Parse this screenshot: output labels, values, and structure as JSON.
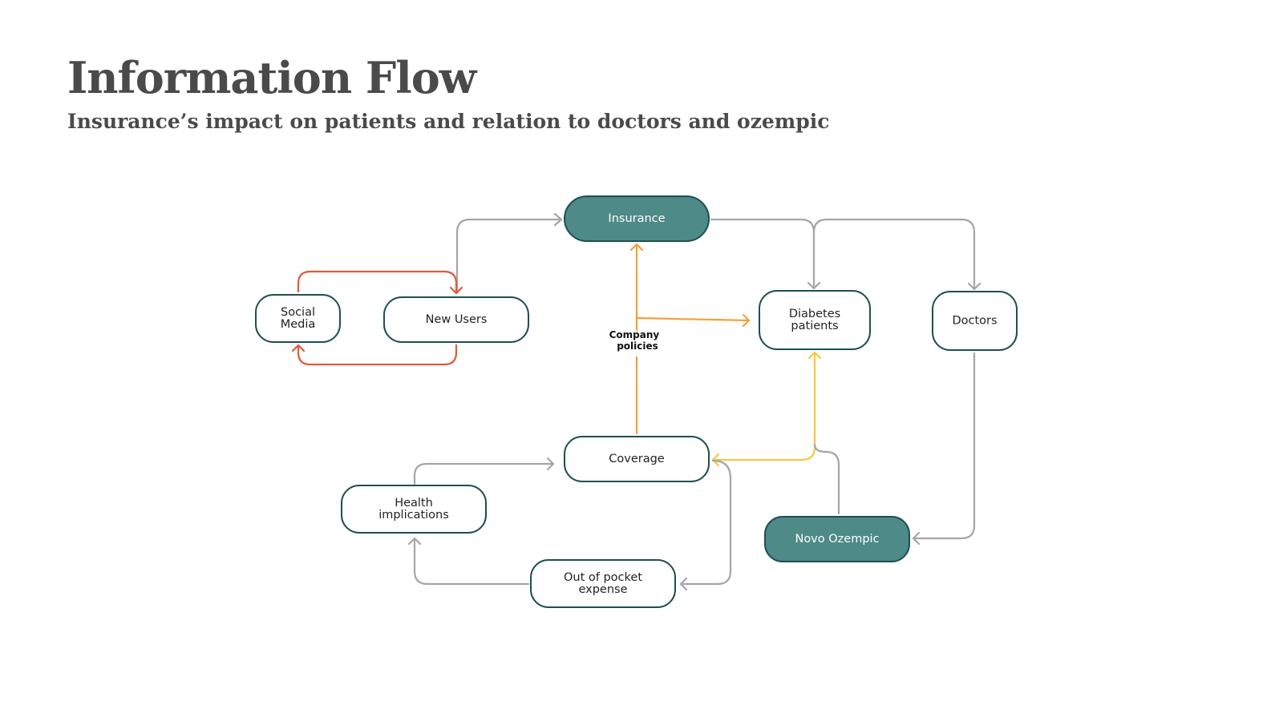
{
  "header": {
    "title": "Information Flow",
    "subtitle": "Insurance’s impact on patients and relation to doctors and ozempic"
  },
  "colors": {
    "node_dark_fill": "#4e8a87",
    "node_border": "#1f4f52",
    "edge_gray": "#a6a6a6",
    "edge_red": "#e05a3a",
    "edge_orange": "#f5a03a",
    "edge_yellow": "#f7c640"
  },
  "nodes": {
    "insurance": {
      "lines": [
        "Insurance"
      ],
      "style": "dark"
    },
    "social_media": {
      "lines": [
        "Social",
        "Media"
      ],
      "style": "light"
    },
    "new_users": {
      "lines": [
        "New Users"
      ],
      "style": "light"
    },
    "diabetes_patients": {
      "lines": [
        "Diabetes",
        "patients"
      ],
      "style": "light"
    },
    "doctors": {
      "lines": [
        "Doctors"
      ],
      "style": "light"
    },
    "coverage": {
      "lines": [
        "Coverage"
      ],
      "style": "light"
    },
    "health_implications": {
      "lines": [
        "Health",
        "implications"
      ],
      "style": "light"
    },
    "out_of_pocket": {
      "lines": [
        "Out of pocket",
        "expense"
      ],
      "style": "light"
    },
    "novo_ozempic": {
      "lines": [
        "Novo Ozempic"
      ],
      "style": "dark"
    }
  },
  "edge_labels": {
    "company_policies": [
      "Company",
      "policies"
    ]
  }
}
